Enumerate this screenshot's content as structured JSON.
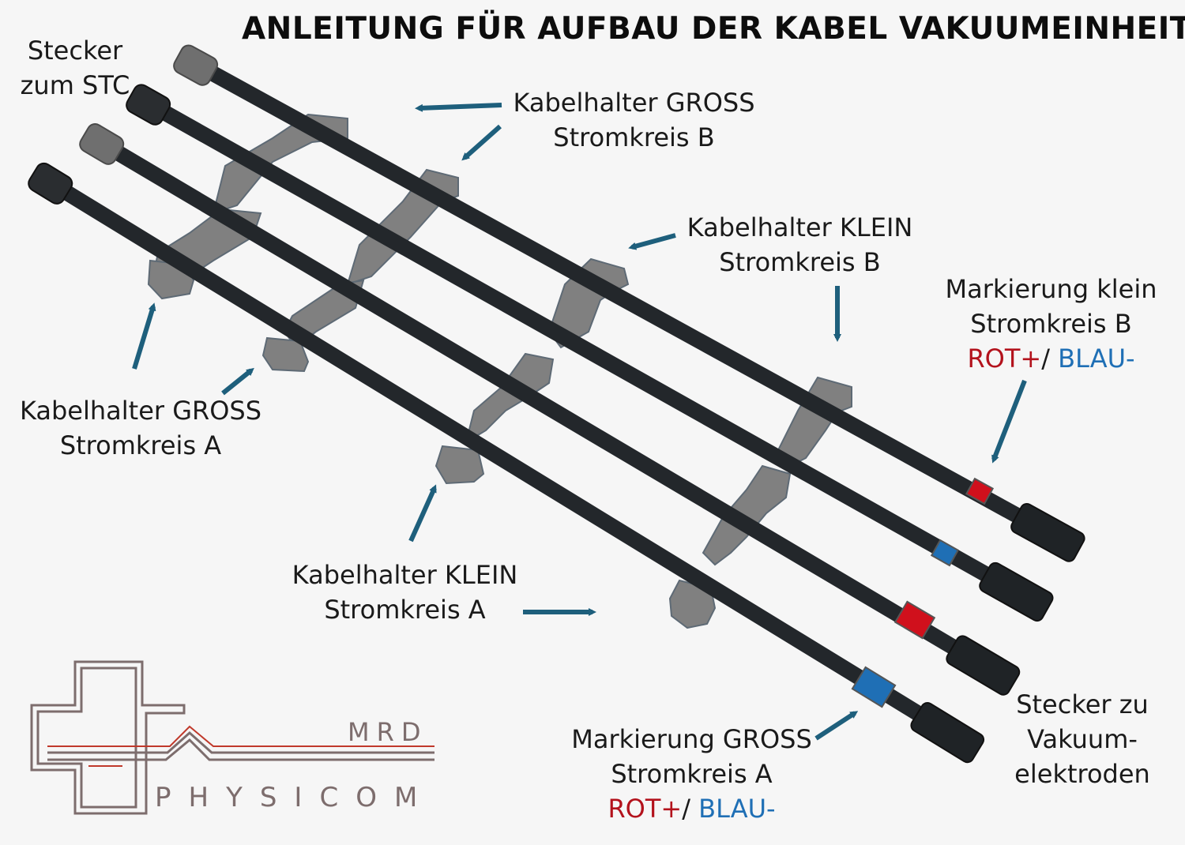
{
  "title": "ANLEITUNG FÜR AUFBAU DER KABEL VAKUUMEINHEIT",
  "labels": {
    "stecker_stc": [
      "Stecker",
      "zum STC"
    ],
    "halter_gross_b": [
      "Kabelhalter GROSS",
      "Stromkreis B"
    ],
    "halter_klein_b": [
      "Kabelhalter KLEIN",
      "Stromkreis B"
    ],
    "markierung_klein_b": [
      "Markierung klein",
      "Stromkreis B"
    ],
    "markierung_klein_b_rot": "ROT+",
    "markierung_klein_b_slash": "/",
    "markierung_klein_b_blau": "BLAU-",
    "halter_gross_a": [
      "Kabelhalter GROSS",
      "Stromkreis A"
    ],
    "halter_klein_a": [
      "Kabelhalter KLEIN",
      "Stromkreis A"
    ],
    "markierung_gross_a": [
      "Markierung GROSS",
      "Stromkreis A"
    ],
    "markierung_gross_a_rot": "ROT+",
    "markierung_gross_a_slash": "/",
    "markierung_gross_a_blau": "BLAU-",
    "stecker_vakuum": [
      "Stecker zu",
      "Vakuum-",
      "elektroden"
    ]
  },
  "logo": {
    "top": "MRD",
    "bottom": "PHYSICOM"
  },
  "colors": {
    "cable": "#23272b",
    "holder": "#808080",
    "connector_gray": "#6f6f6f",
    "arrow": "#1e5f7c",
    "mark_red": "#d0101c",
    "mark_blue": "#1f6fb5",
    "logo": "#7d6d6d",
    "logo_accent": "#c0392b"
  }
}
